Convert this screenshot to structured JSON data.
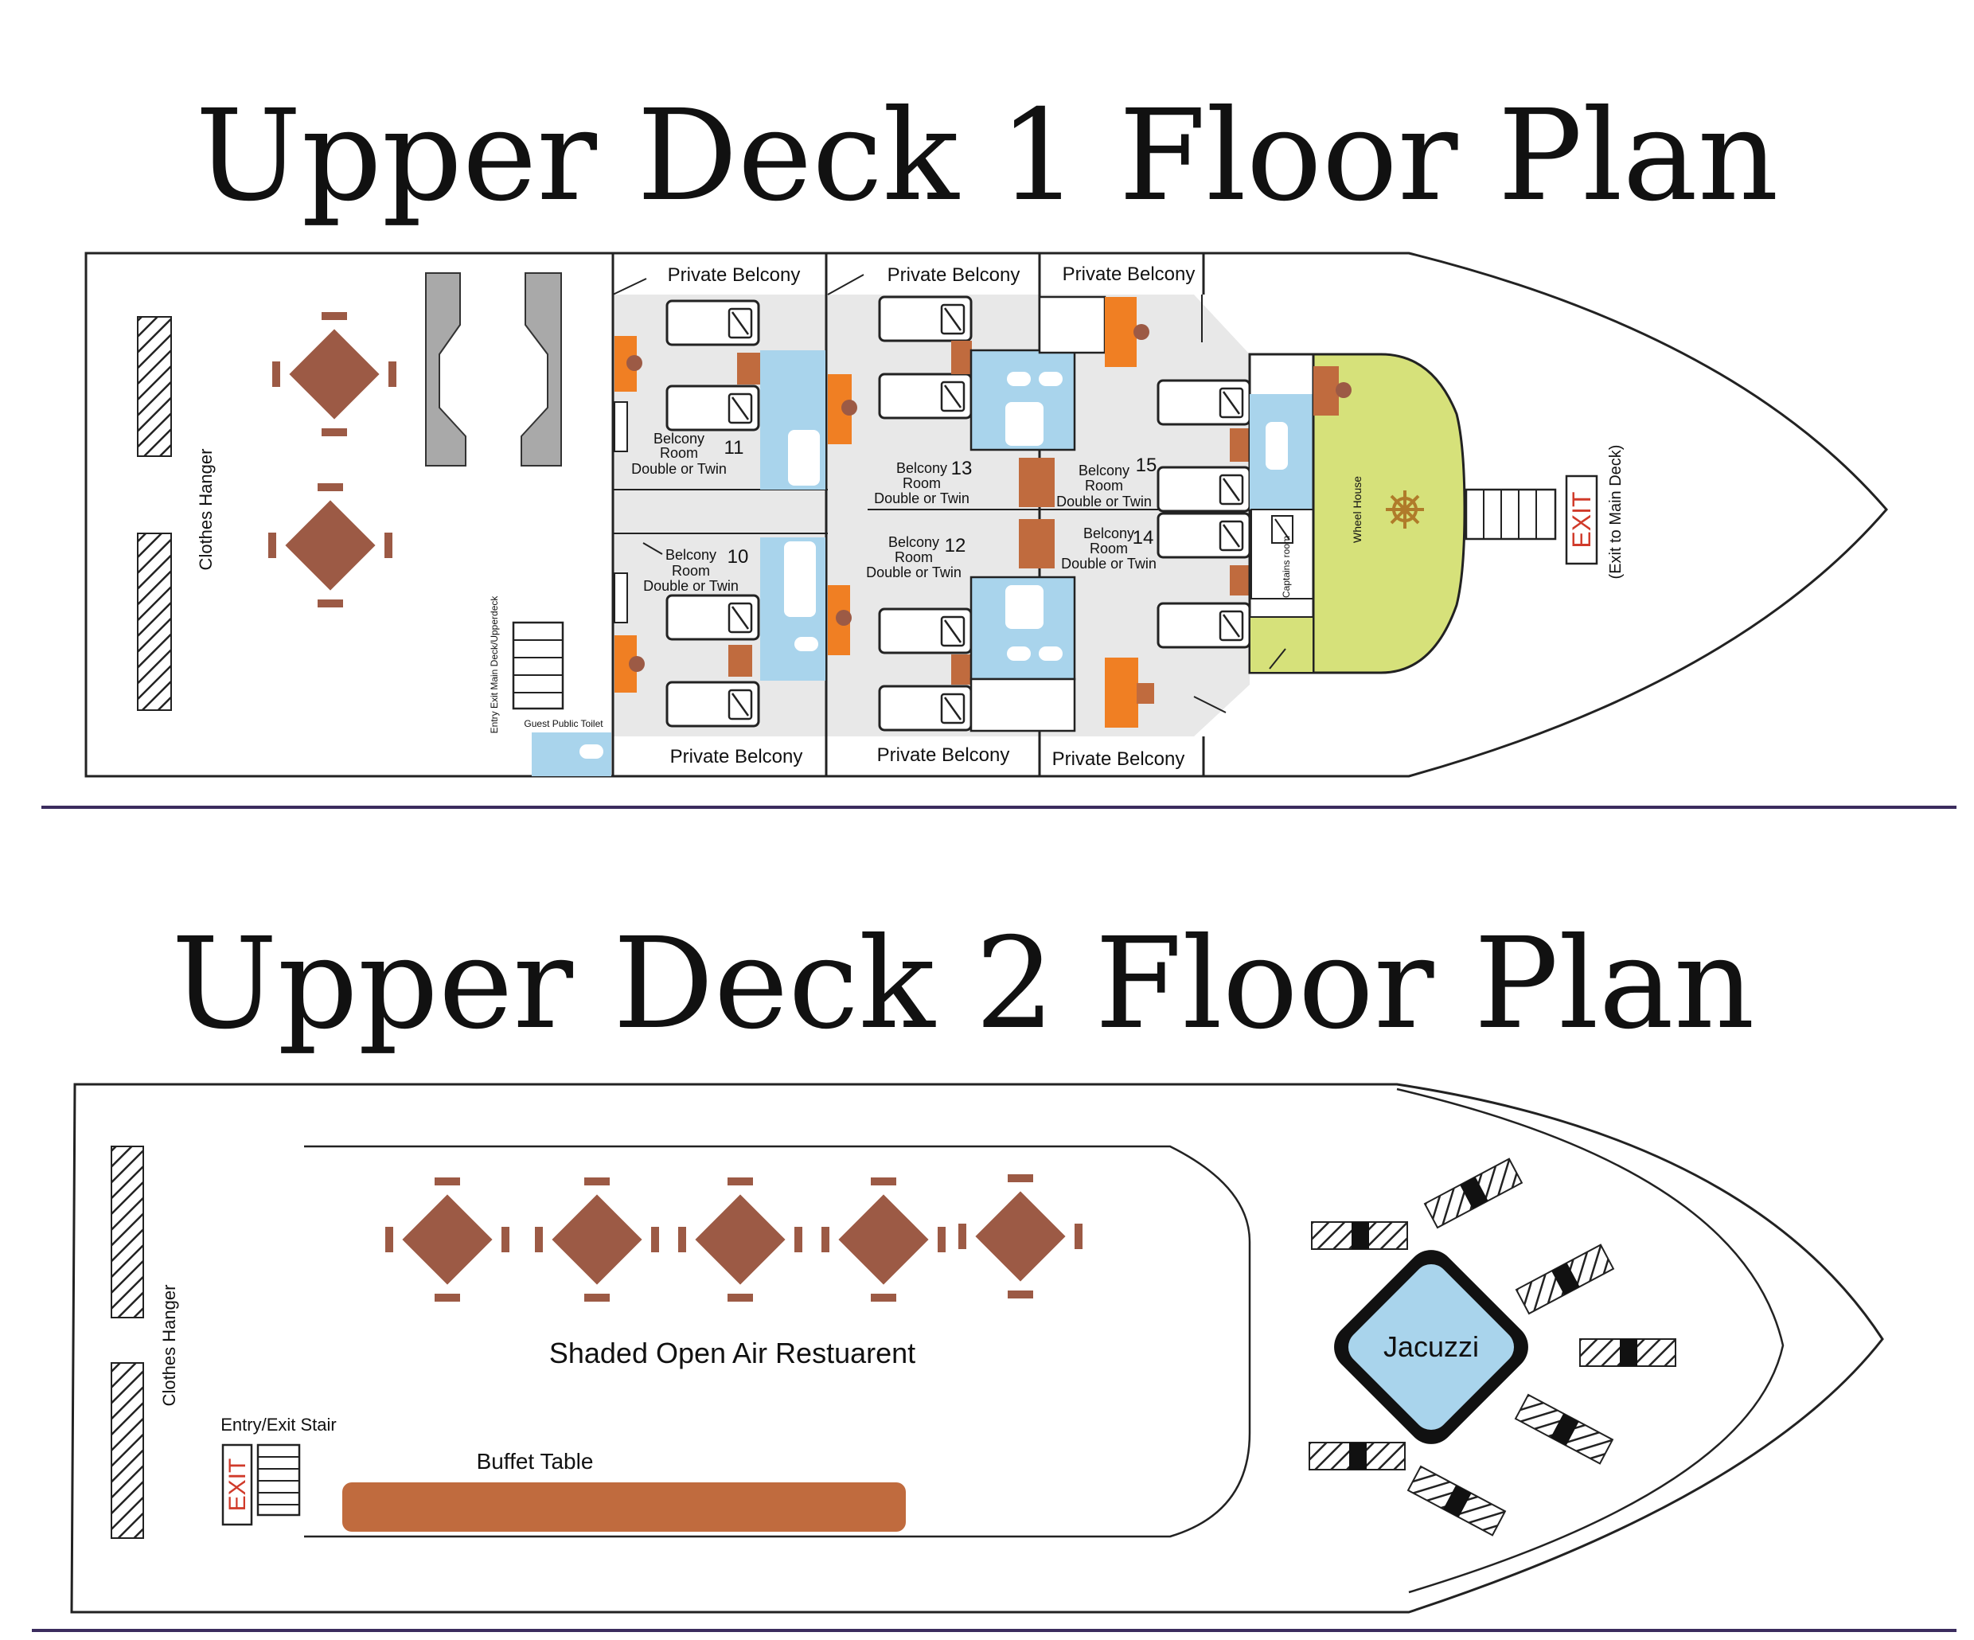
{
  "deck1": {
    "title": "Upper Deck 1 Floor Plan",
    "balconies": [
      "Private Belcony",
      "Private Belcony",
      "Private Belcony",
      "Private Belcony",
      "Private Belcony",
      "Private Belcony"
    ],
    "clothes_hanger": "Clothes Hanger",
    "guest_toilet": "Guest Public Toilet",
    "entry_exit": "Entry Exit Main Deck/Upperdeck",
    "captains_room": "Captains room",
    "wheel_house": "Wheel House",
    "exit_sign": "EXIT",
    "exit_note": "(Exit to Main Deck)",
    "rooms": [
      {
        "number": "11",
        "line1": "Belcony",
        "line2": "Room",
        "line3": "Double or Twin"
      },
      {
        "number": "10",
        "line1": "Belcony",
        "line2": "Room",
        "line3": "Double or Twin"
      },
      {
        "number": "13",
        "line1": "Belcony",
        "line2": "Room",
        "line3": "Double or Twin"
      },
      {
        "number": "12",
        "line1": "Belcony",
        "line2": "Room",
        "line3": "Double or Twin"
      },
      {
        "number": "15",
        "line1": "Belcony",
        "line2": "Room",
        "line3": "Double or Twin"
      },
      {
        "number": "14",
        "line1": "Belcony",
        "line2": "Room",
        "line3": "Double or Twin"
      }
    ]
  },
  "deck2": {
    "title": "Upper Deck 2 Floor Plan",
    "clothes_hanger": "Clothes Hanger",
    "restaurant": "Shaded Open Air Restuarent",
    "buffet": "Buffet Table",
    "stair": "Entry/Exit Stair",
    "exit_sign": "EXIT",
    "jacuzzi": "Jacuzzi"
  },
  "colors": {
    "table_brown": "#9c5a45",
    "buffet_orange": "#c06b3e",
    "bath_blue": "#a9d4ec",
    "floor_grey": "#e8e8e8",
    "furniture_orange": "#f07f23",
    "wheelhouse_green": "#d6e17a",
    "divider_purple": "#3b2c5e",
    "exit_red": "#d03a2a"
  }
}
